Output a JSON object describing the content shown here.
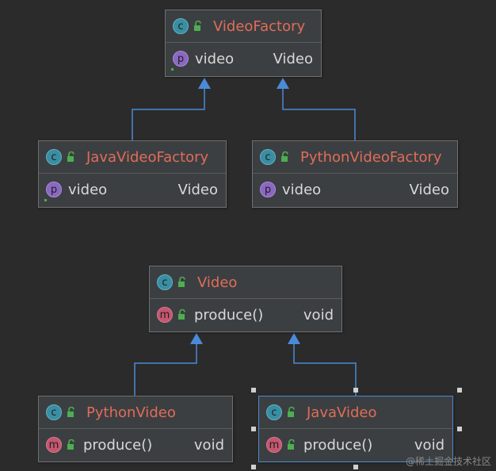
{
  "diagram": {
    "classes": [
      {
        "id": "VideoFactory",
        "name": "VideoFactory",
        "badge": "c",
        "member": {
          "kind": "p",
          "name": "video",
          "type": "Video"
        }
      },
      {
        "id": "JavaVideoFactory",
        "name": "JavaVideoFactory",
        "badge": "c",
        "member": {
          "kind": "p",
          "name": "video",
          "type": "Video"
        }
      },
      {
        "id": "PythonVideoFactory",
        "name": "PythonVideoFactory",
        "badge": "c",
        "member": {
          "kind": "p",
          "name": "video",
          "type": "Video"
        }
      },
      {
        "id": "Video",
        "name": "Video",
        "badge": "c",
        "member": {
          "kind": "m",
          "name": "produce()",
          "type": "void"
        }
      },
      {
        "id": "PythonVideo",
        "name": "PythonVideo",
        "badge": "c",
        "member": {
          "kind": "m",
          "name": "produce()",
          "type": "void"
        }
      },
      {
        "id": "JavaVideo",
        "name": "JavaVideo",
        "badge": "c",
        "member": {
          "kind": "m",
          "name": "produce()",
          "type": "void"
        }
      }
    ],
    "inheritance": [
      {
        "from": "JavaVideoFactory",
        "to": "VideoFactory"
      },
      {
        "from": "PythonVideoFactory",
        "to": "VideoFactory"
      },
      {
        "from": "PythonVideo",
        "to": "Video"
      },
      {
        "from": "JavaVideo",
        "to": "Video"
      }
    ],
    "selected": "JavaVideo"
  },
  "colors": {
    "background": "#2b2b2b",
    "node_bg": "#3c3f41",
    "title": "#e06c5a",
    "text": "#d8d8d8",
    "edge": "#4b8ad6",
    "lock": "#4caf50"
  },
  "watermark": "@稀土掘金技术社区"
}
